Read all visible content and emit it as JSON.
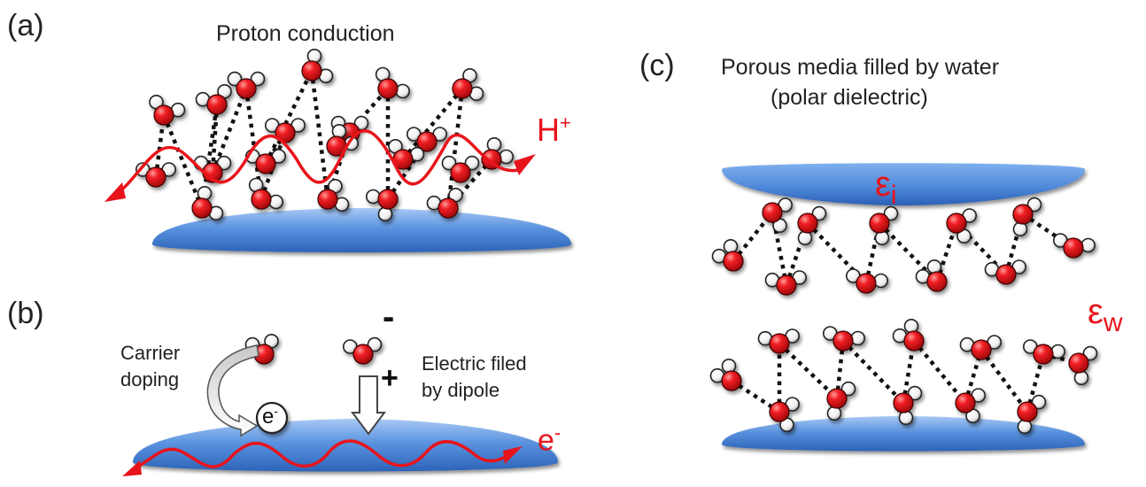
{
  "panels": {
    "a": {
      "letter": "(a)",
      "title": "Proton conduction",
      "carrier_label": "H",
      "carrier_sup": "+"
    },
    "b": {
      "letter": "(b)",
      "doping_line1": "Carrier",
      "doping_line2": "doping",
      "dipole_line1": "Electric filed",
      "dipole_line2": "by dipole",
      "electron_symbol": "e",
      "electron_sup": "-",
      "dipole_minus": "-",
      "dipole_plus": "+",
      "carrier_label": "e",
      "carrier_sup": "-"
    },
    "c": {
      "letter": "(c)",
      "title_line1": "Porous media filled by water",
      "title_line2": "(polar dielectric)",
      "eps_i": "ε",
      "eps_i_sub": "i",
      "eps_w": "ε",
      "eps_w_sub": "w"
    }
  },
  "colors": {
    "accent_red": "#e8141b",
    "substrate_blue": "#4a86d8",
    "oxygen_red": "#e0151c",
    "hydrogen_white": "#ffffff",
    "text": "#222222"
  }
}
